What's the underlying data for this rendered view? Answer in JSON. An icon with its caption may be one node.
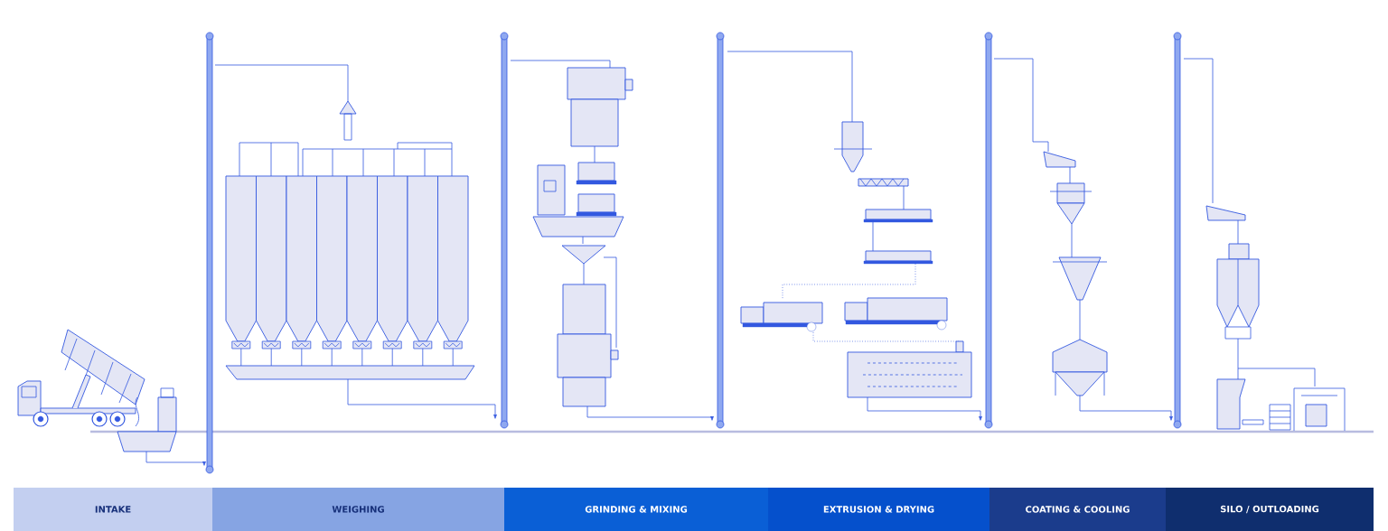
{
  "diagram": {
    "nodes": [
      {
        "text": [
          "INTAKE"
        ]
      },
      {
        "text": [
          "WEIGHING"
        ]
      },
      {
        "text": [
          "GRINDING & MIXING"
        ]
      },
      {
        "text": [
          "EXTRUSION & DRYING"
        ]
      },
      {
        "text": [
          "COATING & COOLING"
        ]
      },
      {
        "text": [
          "SILO / OUTLOADING"
        ]
      }
    ]
  }
}
